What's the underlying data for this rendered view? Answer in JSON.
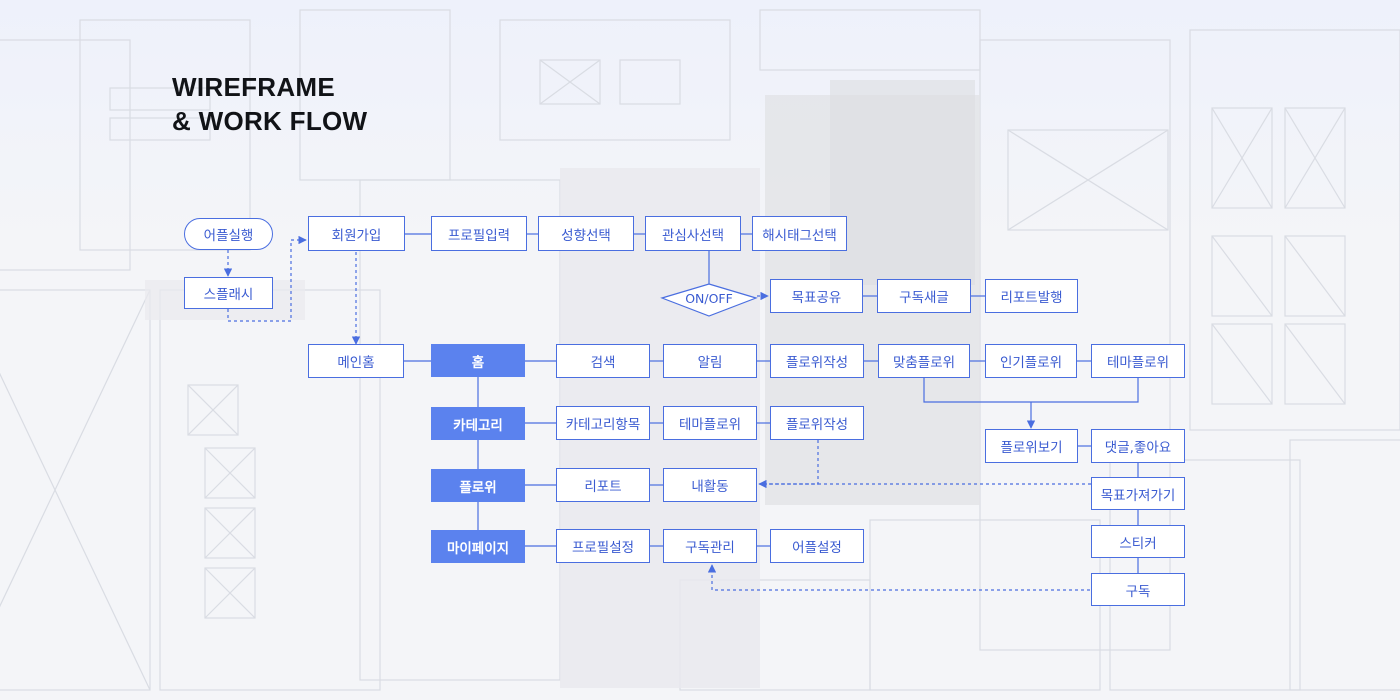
{
  "header": {
    "title_line1": "WIREFRAME",
    "title_line2": "& WORK FLOW"
  },
  "colors": {
    "accent": "#5b82ee",
    "stroke": "#4a6ee0",
    "text": "#3a5bd1",
    "title": "#111317"
  },
  "nodes": {
    "app_launch": "어플실행",
    "splash": "스플래시",
    "signup": "회원가입",
    "profile_input": "프로필입력",
    "personality_select": "성향선택",
    "interest_select": "관심사선택",
    "hashtag_select": "해시태그선택",
    "toggle": "ON/OFF",
    "goal_share": "목표공유",
    "subscribe_new": "구독새글",
    "report_publish": "리포트발행",
    "main_home": "메인홈",
    "home": "홈",
    "search": "검색",
    "notification": "알림",
    "flowe_write": "플로위작성",
    "custom_flowe": "맞춤플로위",
    "popular_flowe": "인기플로위",
    "theme_flowe": "테마플로위",
    "category": "카테고리",
    "category_items": "카테고리항목",
    "theme_flowe_2": "테마플로위",
    "flowe_write_2": "플로위작성",
    "flowe_view": "플로위보기",
    "comment_like": "댓글,좋아요",
    "flowe": "플로위",
    "report": "리포트",
    "my_activity": "내활동",
    "take_goal": "목표가져가기",
    "sticker": "스티커",
    "mypage": "마이페이지",
    "profile_settings": "프로필설정",
    "subscription_manage": "구독관리",
    "app_settings": "어플설정",
    "subscribe": "구독"
  }
}
